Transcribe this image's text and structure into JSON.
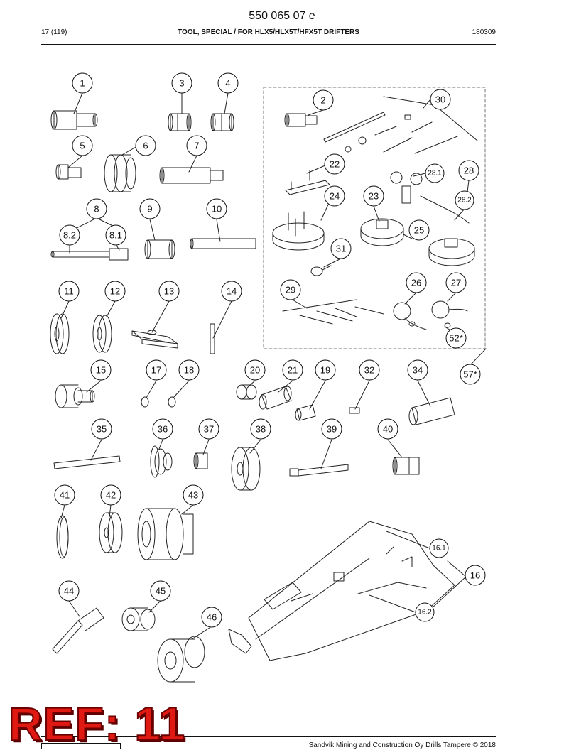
{
  "header": {
    "doc_number": "550 065 07 e",
    "page": "17 (119)",
    "title": "TOOL, SPECIAL / FOR HLX5/HLX5T/HFX5T DRIFTERS",
    "date": "180309"
  },
  "callouts": [
    "1",
    "3",
    "4",
    "2",
    "30",
    "5",
    "6",
    "7",
    "22",
    "28.1",
    "28",
    "24",
    "23",
    "28.2",
    "8",
    "9",
    "10",
    "8.2",
    "8.1",
    "25",
    "31",
    "11",
    "12",
    "13",
    "14",
    "29",
    "26",
    "27",
    "52*",
    "15",
    "17",
    "18",
    "20",
    "21",
    "19",
    "32",
    "34",
    "57*",
    "35",
    "36",
    "37",
    "38",
    "39",
    "40",
    "41",
    "42",
    "43",
    "16.1",
    "16",
    "44",
    "45",
    "46",
    "16.2"
  ],
  "stamp": {
    "text": "REF: 11"
  },
  "footer": {
    "copyright": "Sandvik Mining and Construction Oy Drills Tampere © 2018"
  }
}
